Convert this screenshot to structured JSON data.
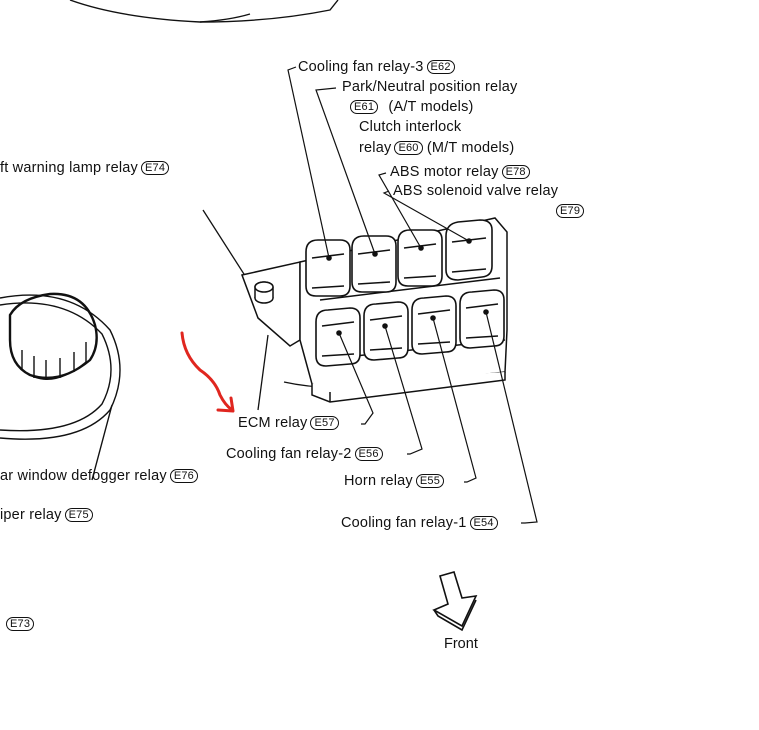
{
  "labels": {
    "cooling_fan_relay_3": {
      "text": "Cooling fan relay-3",
      "code": "E62"
    },
    "park_neutral": {
      "text": "Park/Neutral position relay"
    },
    "park_neutral_code": {
      "code": "E61",
      "text": "(A/T models)"
    },
    "clutch_interlock": {
      "text": "Clutch interlock"
    },
    "clutch_relay": {
      "text": "relay",
      "code": "E60",
      "suffix": "(M/T models)"
    },
    "abs_motor": {
      "text": "ABS motor relay",
      "code": "E78"
    },
    "abs_solenoid": {
      "text": "ABS solenoid valve relay",
      "code": "E79"
    },
    "theft_warning": {
      "text": "ft warning lamp relay",
      "code": "E74"
    },
    "ecm_relay": {
      "text": "ECM relay",
      "code": "E57"
    },
    "cooling_fan_relay_2": {
      "text": "Cooling fan relay-2",
      "code": "E56"
    },
    "horn_relay": {
      "text": "Horn relay",
      "code": "E55"
    },
    "cooling_fan_relay_1": {
      "text": "Cooling fan relay-1",
      "code": "E54"
    },
    "rear_defogger": {
      "text": "ar window defogger relay",
      "code": "E76"
    },
    "wiper_relay": {
      "text": "iper relay",
      "code": "E75"
    },
    "e73": {
      "code": "E73"
    },
    "front": {
      "text": "Front"
    }
  },
  "colors": {
    "ink": "#111111",
    "annotation_arrow": "#e0261f"
  }
}
